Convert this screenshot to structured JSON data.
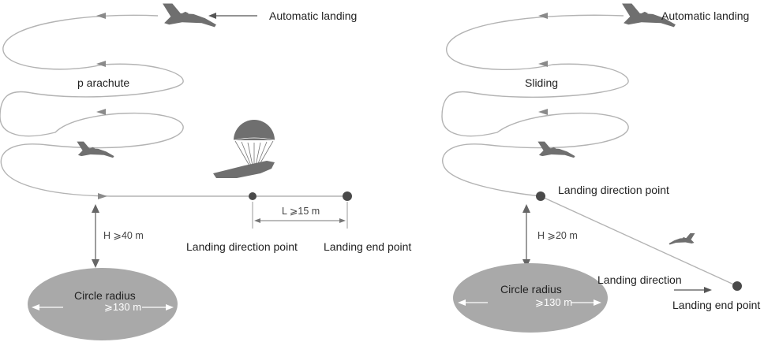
{
  "left_panel": {
    "auto_landing_label": "Automatic landing",
    "mode_label": "p arachute",
    "height_label": "H ⩾40 m",
    "distance_label": "L ⩾15 m",
    "direction_point_label": "Landing direction point",
    "end_point_label": "Landing end point",
    "circle_label": "Circle radius",
    "radius_label": "⩾130 m"
  },
  "right_panel": {
    "auto_landing_label": "Automatic landing",
    "mode_label": "Sliding",
    "height_label": "H ⩾20 m",
    "direction_point_label": "Landing direction point",
    "direction_label": "Landing direction",
    "end_point_label": "Landing end point",
    "circle_label": "Circle radius",
    "radius_label": "⩾130 m"
  },
  "colors": {
    "path": "#b3b3b3",
    "circle_fill": "#a9a9a9",
    "point": "#4a4a4a",
    "plane": "#6f6f6f"
  }
}
